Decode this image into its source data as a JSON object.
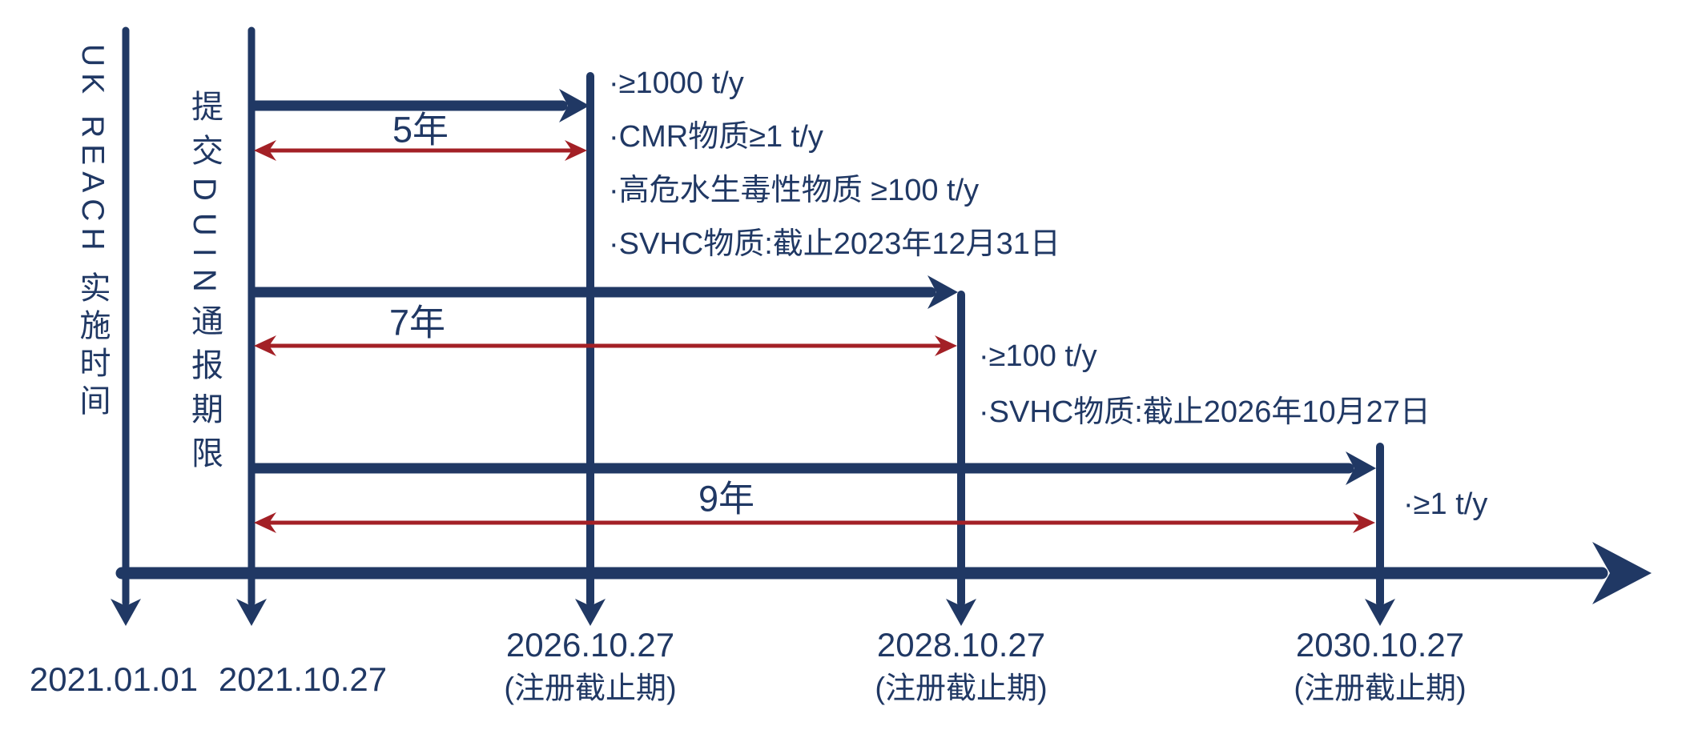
{
  "colors": {
    "navy": "#203864",
    "red": "#a32026",
    "background": "#ffffff"
  },
  "left_labels": {
    "uk_reach": "UK REACH 实施时间",
    "duin": "提交DUIN通报期限"
  },
  "durations": {
    "five": "5年",
    "seven": "7年",
    "nine": "9年"
  },
  "annotations": {
    "g2026": [
      "·≥1000 t/y",
      "·CMR物质≥1 t/y",
      "·高危水生毒性物质 ≥100 t/y",
      "·SVHC物质:截止2023年12月31日"
    ],
    "g2028": [
      "·≥100 t/y",
      "·SVHC物质:截止2026年10月27日"
    ],
    "g2030": [
      "·≥1 t/y"
    ]
  },
  "dates": {
    "impl_start": "2021.01.01",
    "duin_deadline": "2021.10.27",
    "d2026": "2026.10.27",
    "d2028": "2028.10.27",
    "d2030": "2030.10.27",
    "reg_deadline_note": "(注册截止期)"
  }
}
